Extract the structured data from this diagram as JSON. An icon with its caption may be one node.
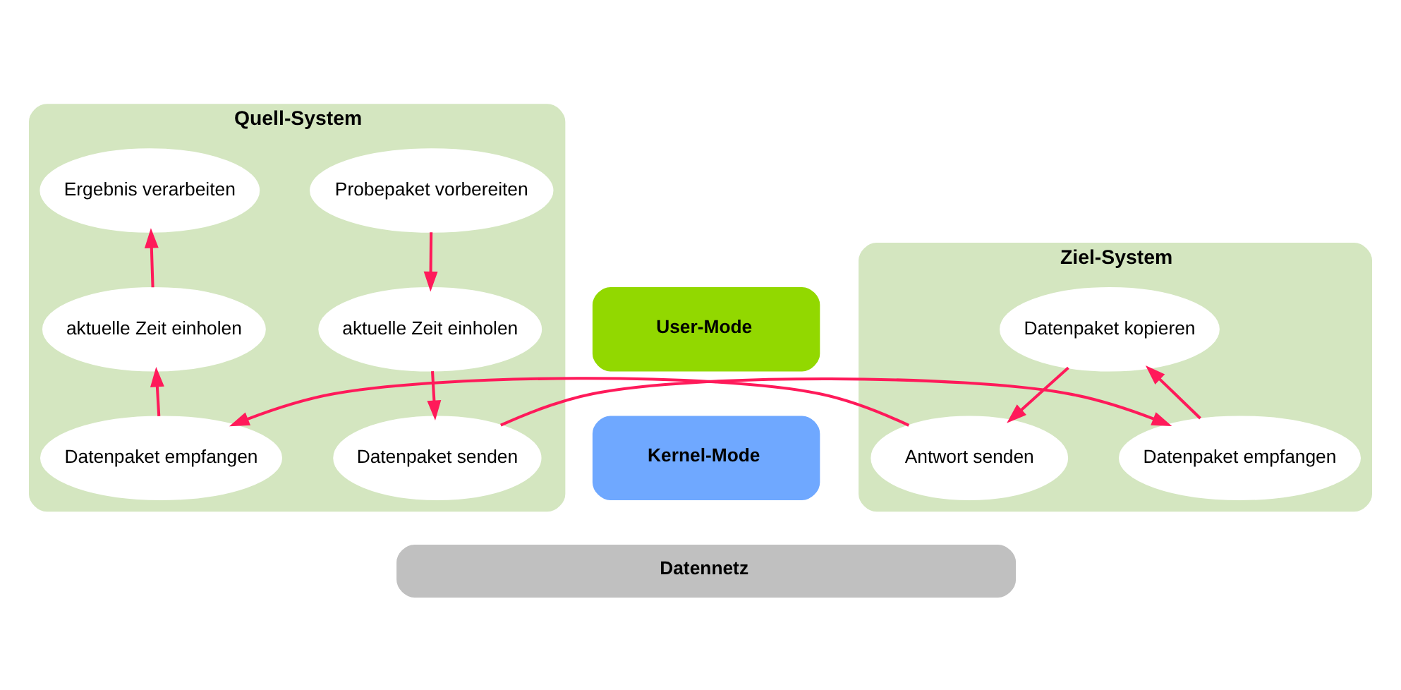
{
  "diagram": {
    "nodes": [
      {
        "text": [
          "User-Mode"
        ]
      },
      {
        "text": [
          "Kernel-Mode"
        ]
      },
      {
        "text": [
          "Quell-System"
        ]
      },
      {
        "text": [
          "Probepaket vorbereiten"
        ],
        "in": 2
      },
      {
        "text": [
          "Ergebnis verarbeiten"
        ],
        "in": 2
      },
      {
        "text": [
          "aktuelle Zeit einholen"
        ],
        "in": 2
      },
      {
        "text": [
          "aktuelle Zeit einholen"
        ],
        "in": 2
      },
      {
        "text": [
          "Datenpaket senden"
        ],
        "in": 2
      },
      {
        "text": [
          "Datenpaket empfangen"
        ],
        "in": 2
      },
      {
        "text": [
          "Ziel-System"
        ]
      },
      {
        "text": [
          "Datenpaket kopieren"
        ],
        "in": 9
      },
      {
        "text": [
          "Antwort senden"
        ],
        "in": 9
      },
      {
        "text": [
          "Datenpaket empfangen"
        ],
        "in": 9
      },
      {
        "text": [
          "Datennetz"
        ]
      }
    ],
    "edges": [
      {
        "from": 3,
        "to": 5,
        "arrow": "to"
      },
      {
        "from": 5,
        "to": 7,
        "arrow": "to"
      },
      {
        "from": 7,
        "to": 12,
        "arrow": "to"
      },
      {
        "from": 12,
        "to": 10,
        "arrow": "to"
      },
      {
        "from": 10,
        "to": 11,
        "arrow": "to"
      },
      {
        "from": 11,
        "to": 8,
        "arrow": "to"
      },
      {
        "from": 8,
        "to": 6,
        "arrow": "to"
      },
      {
        "from": 6,
        "to": 4,
        "arrow": "to"
      }
    ]
  }
}
